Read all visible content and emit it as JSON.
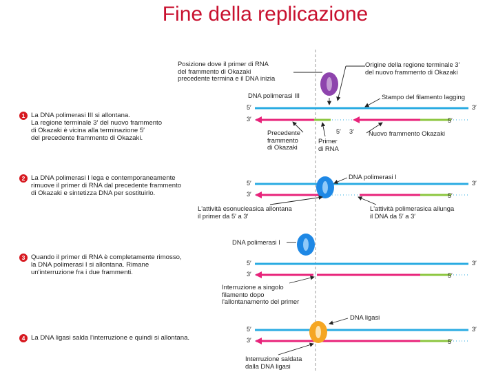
{
  "title": "Fine della replicazione",
  "steps": [
    {
      "num": "1",
      "text": "La DNA polimerasi III si allontana.\nLa regione terminale 3′ del nuovo frammento\ndi Okazaki è vicina alla terminazione 5′\ndel precedente frammento di Okazaki."
    },
    {
      "num": "2",
      "text": "La DNA polimerasi I lega e contemporaneamente\nrimuove il primer di RNA dal precedente frammento\ndi Okazaki e sintetizza DNA per sostituirlo."
    },
    {
      "num": "3",
      "text": "Quando il primer di RNA è completamente rimosso,\nla DNA polimerasi I si allontana. Rimane\nun'interruzione fra i due frammenti."
    },
    {
      "num": "4",
      "text": "La DNA ligasi salda l'interruzione e quindi si allontana."
    }
  ],
  "labels": {
    "primer_position": "Posizione dove il primer di RNA\ndel frammento di Okazaki\nprecedente termina e il DNA inizia",
    "origin_3prime": "Origine della regione terminale 3′\ndel nuovo frammento di Okazaki",
    "pol3": "DNA polimerasi III",
    "lagging_template": "Stampo del filamento lagging",
    "prev_fragment": "Precedente\nframmento\ndi Okazaki",
    "rna_primer": "Primer\ndi RNA",
    "new_fragment": "Nuovo frammento Okazaki",
    "pol1_a": "DNA polimerasi I",
    "exonuclease": "L'attività esonucleasica allontana\nil primer da 5′ a 3′",
    "polymerase_activity": "L'attività polimerasica allunga\nil DNA da 5′ a 3′",
    "pol1_b": "DNA polimerasi I",
    "nick": "Interruzione a singolo\nfilamento dopo\nl'allontanamento del primer",
    "ligase": "DNA ligasi",
    "sealed": "Interruzione saldata\ndalla DNA ligasi"
  },
  "ends": {
    "five": "5′",
    "three": "3′"
  },
  "colors": {
    "title": "#c8102e",
    "template": "#29abe2",
    "new_strand": "#e8237a",
    "primer": "#8cc63f",
    "pol3": "#8e44ad",
    "pol1": "#1e88e5",
    "ligase": "#f5a623",
    "step_badge": "#d71920"
  }
}
